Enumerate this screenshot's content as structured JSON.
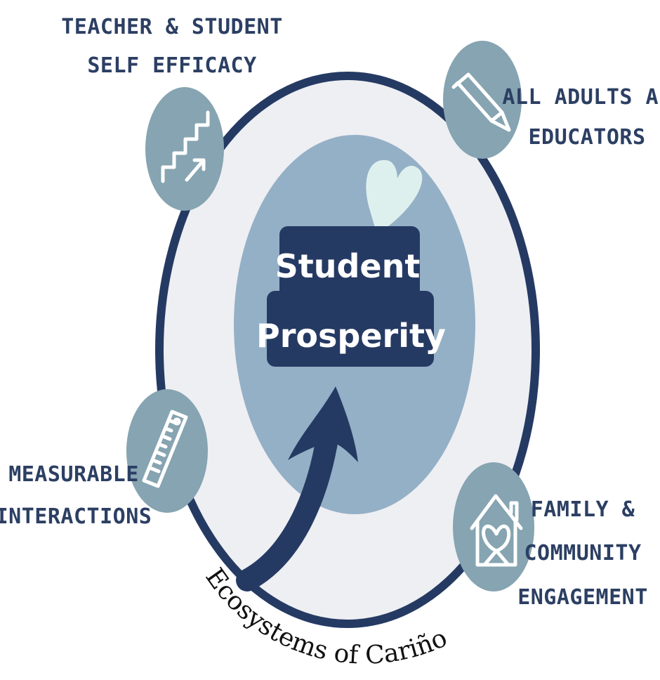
{
  "center": {
    "line1": "Student",
    "line2": "Prosperity"
  },
  "arc_text": "Ecosystems of Cariño",
  "pillars": {
    "efficacy": {
      "line1": "TEACHER & STUDENT",
      "line2": "SELF EFFICACY",
      "icon": "stairs-arrow-icon"
    },
    "educators": {
      "line1": "ALL ADULTS AS",
      "line2": "EDUCATORS",
      "icon": "pencil-icon"
    },
    "measurable": {
      "line1": "MEASURABLE",
      "line2": "INTERACTIONS",
      "icon": "ruler-icon"
    },
    "family": {
      "line1": "FAMILY &",
      "line2": "COMMUNITY",
      "line3": "ENGAGEMENT",
      "icon": "house-heart-icon"
    }
  },
  "colors": {
    "navy": "#253a63",
    "outer_fill": "#eeeff3",
    "inner_fill": "#94b0c6",
    "icon_circle": "#86a4b1",
    "heart": "#def0ee"
  }
}
